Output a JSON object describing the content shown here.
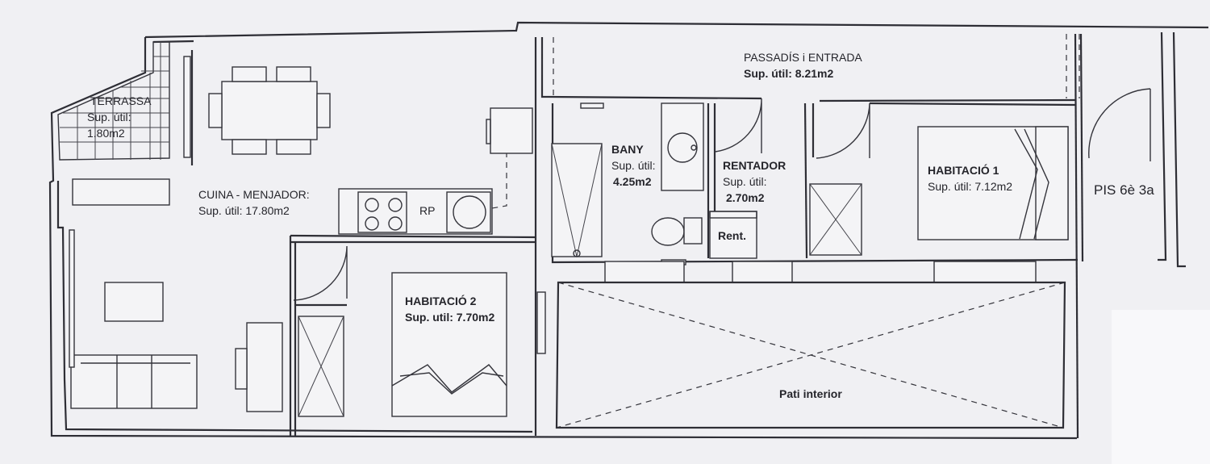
{
  "rooms": {
    "terrassa": {
      "name": "TERRASSA",
      "area_label": "Sup. útil:",
      "area": "1.80m2"
    },
    "cuina_menjador": {
      "name": "CUINA - MENJADOR:",
      "area": "Sup. útil: 17.80m2"
    },
    "passadis": {
      "name": "PASSADÍS i ENTRADA",
      "area": "Sup. útil: 8.21m2"
    },
    "bany": {
      "name": "BANY",
      "area_label": "Sup. útil:",
      "area": "4.25m2"
    },
    "rentador": {
      "name": "RENTADOR",
      "area_label": "Sup. útil:",
      "area": "2.70m2"
    },
    "habitacio1": {
      "name": "HABITACIÓ 1",
      "area": "Sup. útil: 7.12m2"
    },
    "habitacio2": {
      "name": "HABITACIÓ 2",
      "area": "Sup. util: 7.70m2"
    },
    "pati": {
      "name": "Pati interior"
    }
  },
  "labels": {
    "rp": "RP",
    "rent": "Rent.",
    "neighbour": "PIS 6è 3a"
  }
}
